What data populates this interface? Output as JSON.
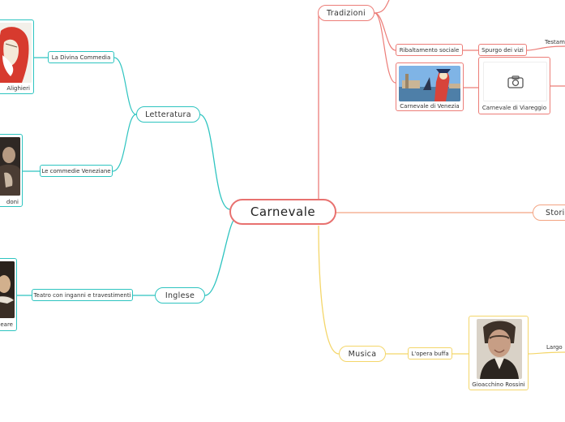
{
  "central": "Carnevale",
  "branches": {
    "letteratura": "Letteratura",
    "inglese": "Inglese",
    "tradizioni": "Tradizioni",
    "musica": "Musica",
    "storia": "Storia"
  },
  "subnodes": {
    "divina_commedia": "La Divina Commedia",
    "commedie_veneziane": "Le commedie Veneziane",
    "teatro": "Teatro con inganni e travestimenti",
    "ribaltamento": "Ribaltamento sociale",
    "spurgo": "Spurgo dei vizi",
    "testamento": "Testam",
    "opera_buffa": "L'opera buffa",
    "largo": "Largo"
  },
  "images": {
    "dante": "Alighieri",
    "goldoni": "doni",
    "shakespeare": "eare",
    "venezia": "Carnevale di Venezia",
    "viareggio": "Carnevale di Viareggio",
    "rossini": "Gioacchino Rossini"
  },
  "icons": {
    "viareggio_placeholder": "camera-icon"
  },
  "colors": {
    "central": "#e8716f",
    "letteratura": "#2ec4c0",
    "tradizioni": "#ec7d78",
    "musica": "#f4d66a",
    "storia": "#f3a482"
  }
}
